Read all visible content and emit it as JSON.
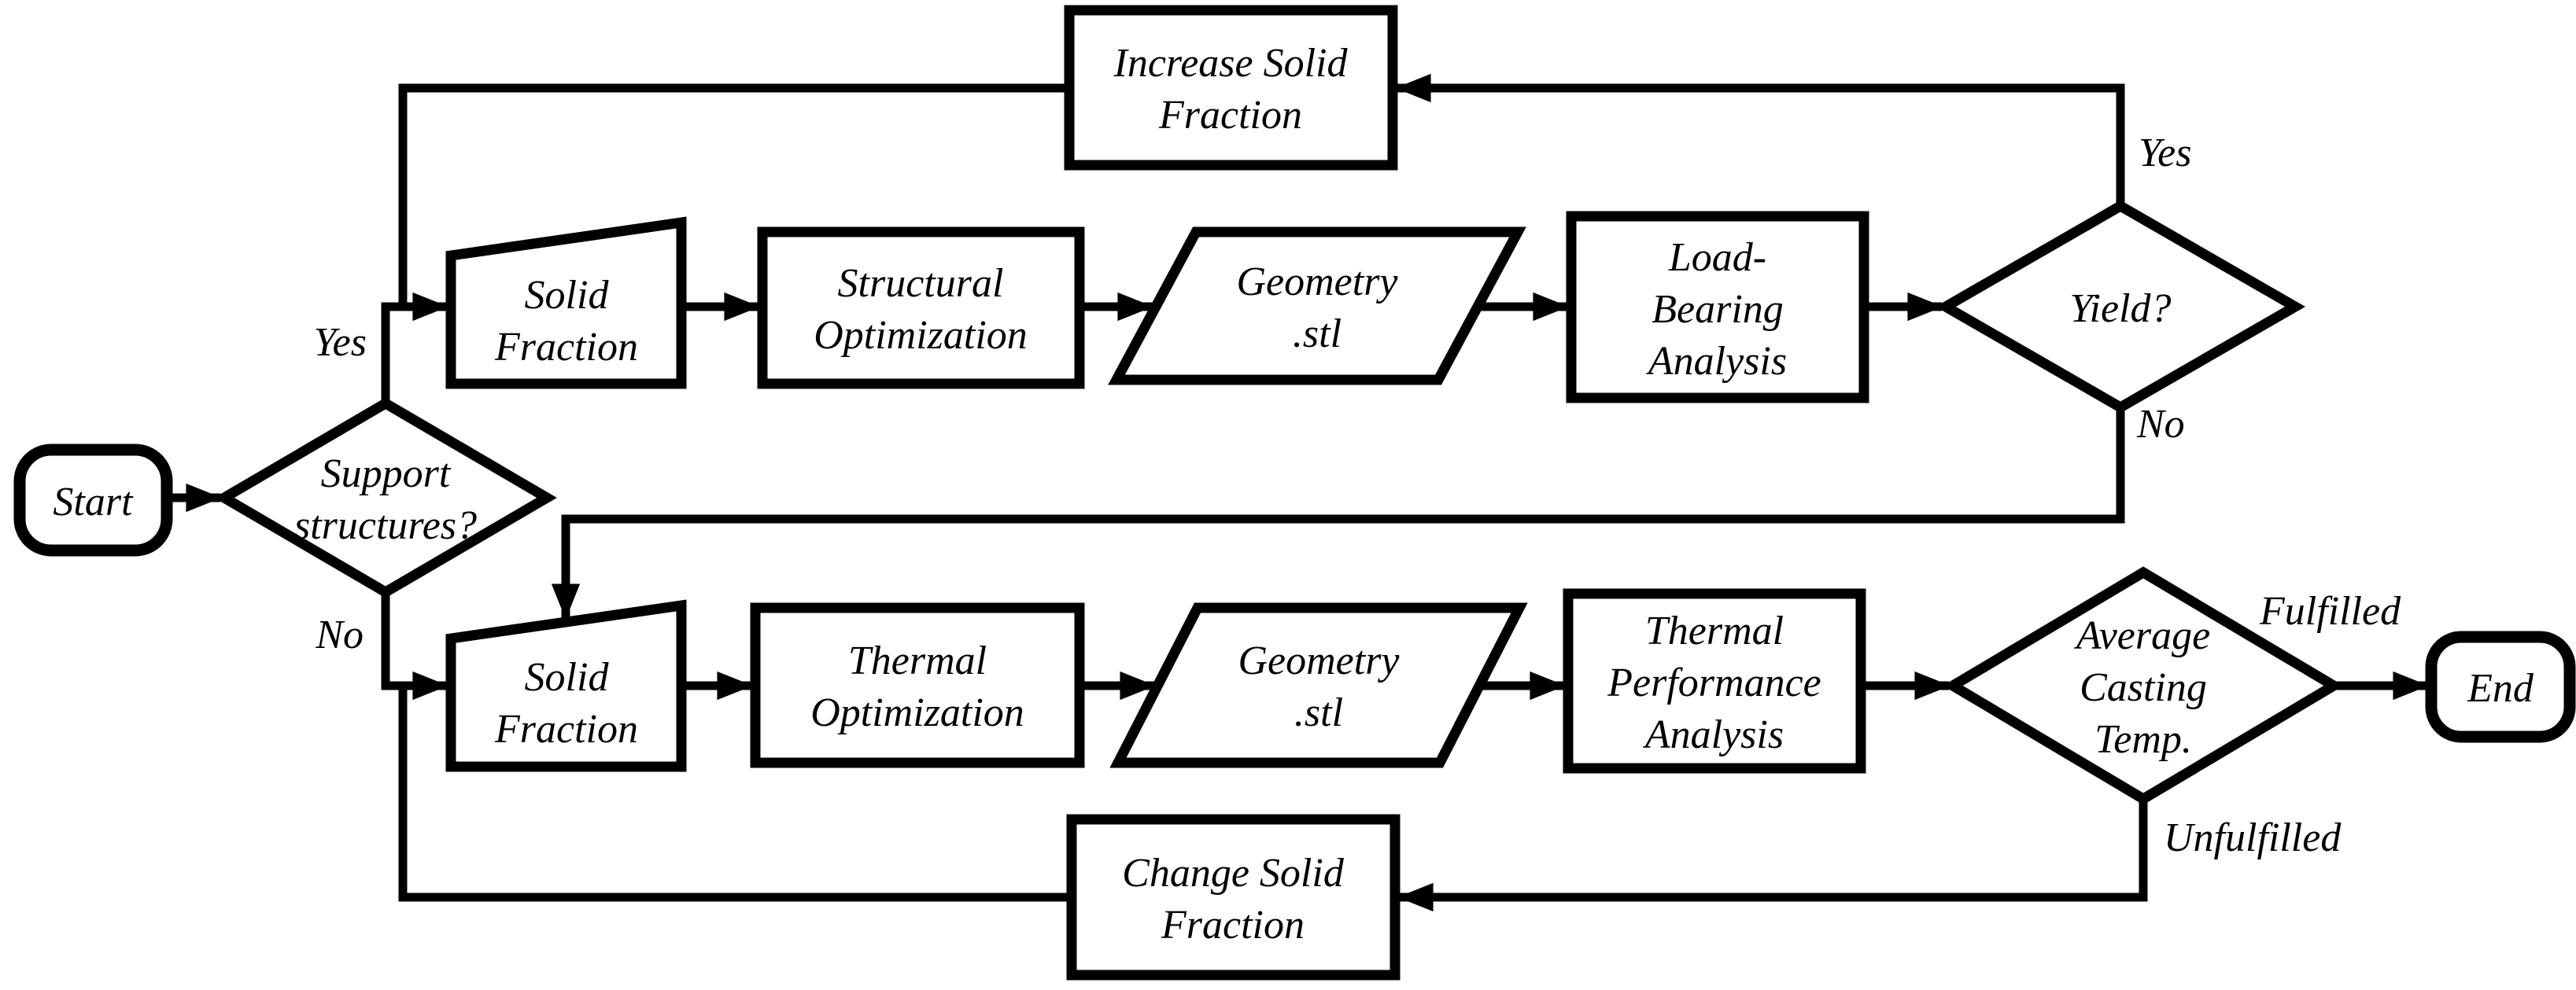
{
  "diagram": {
    "title": "Support structure optimization flowchart",
    "colors": {
      "ink": "#000000",
      "paper": "#ffffff"
    },
    "nodes": {
      "start": {
        "type": "terminator",
        "label": "Start"
      },
      "support": {
        "type": "decision",
        "line1": "Support",
        "line2": "structures?"
      },
      "solid_fraction_top": {
        "type": "trapezoid",
        "line1": "Solid",
        "line2": "Fraction"
      },
      "structural_optimization": {
        "type": "process",
        "line1": "Structural",
        "line2": "Optimization"
      },
      "geometry_stl_top": {
        "type": "data",
        "line1": "Geometry",
        "line2": ".stl"
      },
      "load_bearing_analysis": {
        "type": "process",
        "line1": "Load-",
        "line2": "Bearing",
        "line3": "Analysis"
      },
      "yield": {
        "type": "decision",
        "label": "Yield?"
      },
      "increase_solid_fraction": {
        "type": "process",
        "line1": "Increase Solid",
        "line2": "Fraction"
      },
      "solid_fraction_bottom": {
        "type": "trapezoid",
        "line1": "Solid",
        "line2": "Fraction"
      },
      "thermal_optimization": {
        "type": "process",
        "line1": "Thermal",
        "line2": "Optimization"
      },
      "geometry_stl_bottom": {
        "type": "data",
        "line1": "Geometry",
        "line2": ".stl"
      },
      "thermal_performance_analysis": {
        "type": "process",
        "line1": "Thermal",
        "line2": "Performance",
        "line3": "Analysis"
      },
      "average_casting_temp": {
        "type": "decision",
        "line1": "Average",
        "line2": "Casting",
        "line3": "Temp."
      },
      "end": {
        "type": "terminator",
        "label": "End"
      },
      "change_solid_fraction": {
        "type": "process",
        "line1": "Change Solid",
        "line2": "Fraction"
      }
    },
    "edge_labels": {
      "support_yes": "Yes",
      "support_no": "No",
      "yield_yes": "Yes",
      "yield_no": "No",
      "avg_fulfilled": "Fulfilled",
      "avg_unfulfilled": "Unfulfilled"
    }
  }
}
